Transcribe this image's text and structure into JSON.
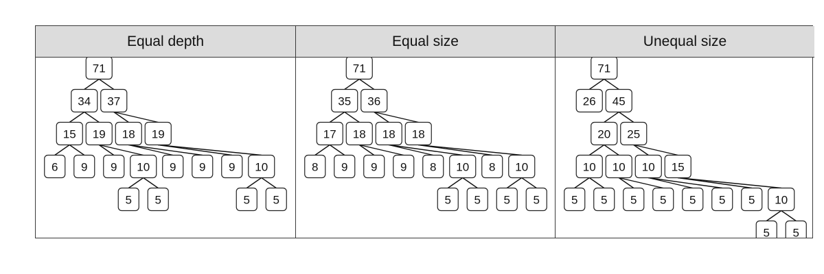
{
  "panels": [
    {
      "title": "Equal depth",
      "tree": {
        "v": "71",
        "c": [
          {
            "v": "34",
            "c": [
              {
                "v": "15",
                "c": [
                  {
                    "v": "6"
                  },
                  {
                    "v": "9"
                  }
                ]
              },
              {
                "v": "19",
                "c": [
                  {
                    "v": "9"
                  },
                  {
                    "v": "10",
                    "c": [
                      {
                        "v": "5"
                      },
                      {
                        "v": "5"
                      }
                    ]
                  }
                ]
              }
            ]
          },
          {
            "v": "37",
            "c": [
              {
                "v": "18",
                "c": [
                  {
                    "v": "9"
                  },
                  {
                    "v": "9"
                  }
                ]
              },
              {
                "v": "19",
                "c": [
                  {
                    "v": "9"
                  },
                  {
                    "v": "10",
                    "c": [
                      {
                        "v": "5"
                      },
                      {
                        "v": "5"
                      }
                    ]
                  }
                ]
              }
            ]
          }
        ]
      }
    },
    {
      "title": "Equal size",
      "tree": {
        "v": "71",
        "c": [
          {
            "v": "35",
            "c": [
              {
                "v": "17",
                "c": [
                  {
                    "v": "8"
                  },
                  {
                    "v": "9"
                  }
                ]
              },
              {
                "v": "18",
                "c": [
                  {
                    "v": "9"
                  },
                  {
                    "v": "9"
                  }
                ]
              }
            ]
          },
          {
            "v": "36",
            "c": [
              {
                "v": "18",
                "c": [
                  {
                    "v": "8"
                  },
                  {
                    "v": "10",
                    "c": [
                      {
                        "v": "5"
                      },
                      {
                        "v": "5"
                      }
                    ]
                  }
                ]
              },
              {
                "v": "18",
                "c": [
                  {
                    "v": "8"
                  },
                  {
                    "v": "10",
                    "c": [
                      {
                        "v": "5"
                      },
                      {
                        "v": "5"
                      }
                    ]
                  }
                ]
              }
            ]
          }
        ]
      }
    },
    {
      "title": "Unequal size",
      "tree": {
        "v": "71",
        "c": [
          {
            "v": "26"
          },
          {
            "v": "45",
            "c": [
              {
                "v": "20",
                "c": [
                  {
                    "v": "10",
                    "c": [
                      {
                        "v": "5"
                      },
                      {
                        "v": "5"
                      }
                    ]
                  },
                  {
                    "v": "10",
                    "c": [
                      {
                        "v": "5"
                      },
                      {
                        "v": "5"
                      }
                    ]
                  }
                ]
              },
              {
                "v": "25",
                "c": [
                  {
                    "v": "10",
                    "c": [
                      {
                        "v": "5"
                      },
                      {
                        "v": "5"
                      }
                    ]
                  },
                  {
                    "v": "15",
                    "c": [
                      {
                        "v": "5"
                      },
                      {
                        "v": "10",
                        "c": [
                          {
                            "v": "5"
                          },
                          {
                            "v": "5"
                          }
                        ]
                      }
                    ]
                  }
                ]
              }
            ]
          }
        ]
      }
    }
  ]
}
